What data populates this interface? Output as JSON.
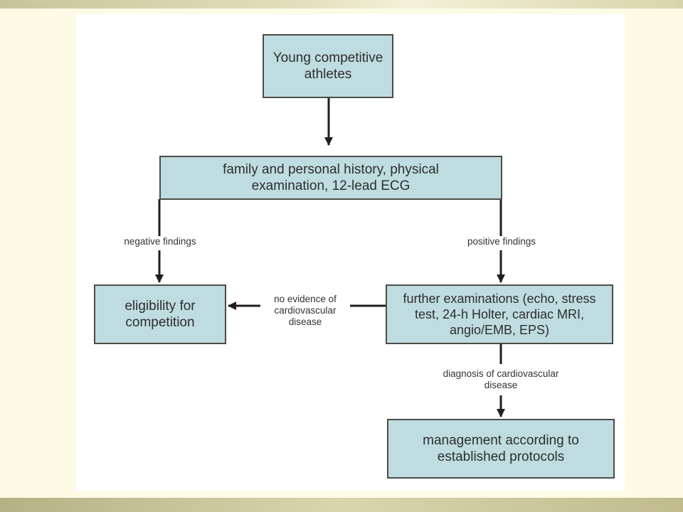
{
  "nodes": {
    "athletes": "Young competitive athletes",
    "screening": "family and personal history, physical examination, 12-lead ECG",
    "eligibility": "eligibility for competition",
    "further": "further examinations (echo, stress test, 24-h Holter, cardiac MRI, angio/EMB, EPS)",
    "management": "management according to established protocols"
  },
  "edges": {
    "negative": "negative findings",
    "positive": "positive findings",
    "no_evidence": "no evidence of cardiovascular disease",
    "diagnosis": "diagnosis of cardiovascular disease"
  },
  "colors": {
    "box_fill": "#bfdde0",
    "box_border": "#4b4b4b",
    "line": "#1f1f1f"
  }
}
